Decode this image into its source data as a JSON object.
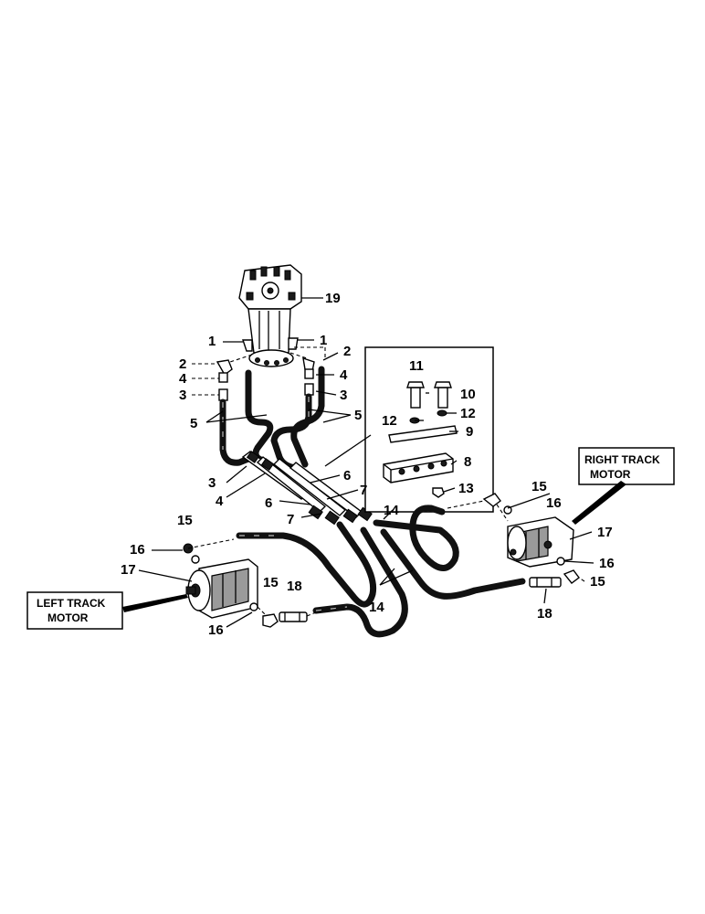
{
  "diagram": {
    "boxes": {
      "left_track_motor": {
        "line1": "LEFT TRACK",
        "line2": "MOTOR"
      },
      "right_track_motor": {
        "line1": "RIGHT TRACK",
        "line2": "MOTOR"
      }
    },
    "callouts": {
      "c1a": "1",
      "c1b": "1",
      "c2a": "2",
      "c2b": "2",
      "c3a": "3",
      "c3b": "3",
      "c3c": "3",
      "c4a": "4",
      "c4b": "4",
      "c4c": "4",
      "c5a": "5",
      "c5b": "5",
      "c6a": "6",
      "c6b": "6",
      "c7a": "7",
      "c7b": "7",
      "c8": "8",
      "c9": "9",
      "c10": "10",
      "c11": "11",
      "c12a": "12",
      "c12b": "12",
      "c13": "13",
      "c14a": "14",
      "c14b": "14",
      "c15a": "15",
      "c15b": "15",
      "c15c": "15",
      "c15d": "15",
      "c16a": "16",
      "c16b": "16",
      "c16c": "16",
      "c16d": "16",
      "c17a": "17",
      "c17b": "17",
      "c18a": "18",
      "c18b": "18",
      "c19": "19"
    }
  }
}
